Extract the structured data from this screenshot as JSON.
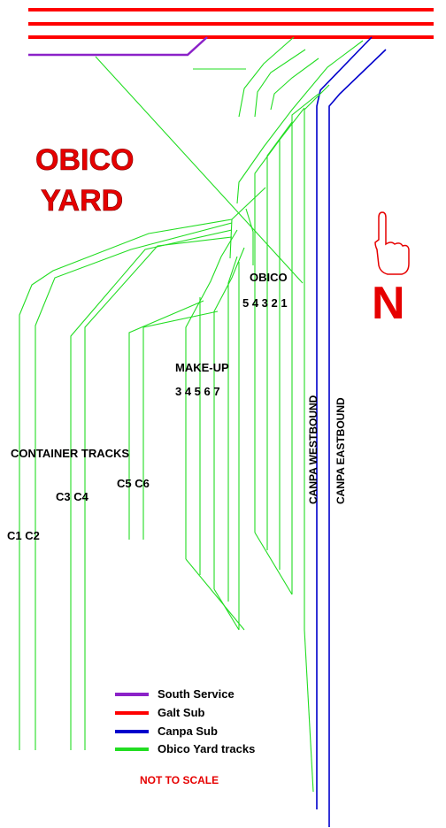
{
  "title": {
    "line1": "OBICO",
    "line2": "YARD"
  },
  "colors": {
    "south_service": "#8b22c8",
    "galt_sub": "#ff0000",
    "canpa_sub": "#0000cc",
    "yard_tracks": "#22dd22",
    "title": "#e60000",
    "note": "#e60000"
  },
  "labels": {
    "obico": "OBICO",
    "obico_tracks": "5 4 3 2 1",
    "makeup": "MAKE-UP",
    "makeup_tracks": "3 4 5 6 7",
    "container_tracks": "CONTAINER TRACKS",
    "c5c6": "C5 C6",
    "c3c4": "C3 C4",
    "c1c2": "C1 C2",
    "canpa_westbound": "CANPA WESTBOUND",
    "canpa_eastbound": "CANPA EASTBOUND"
  },
  "north": {
    "letter": "N",
    "icon": "pointing-hand-icon"
  },
  "legend": {
    "items": [
      {
        "label": "South Service",
        "color": "#8b22c8"
      },
      {
        "label": "Galt Sub",
        "color": "#ff0000"
      },
      {
        "label": "Canpa Sub",
        "color": "#0000cc"
      },
      {
        "label": "Obico Yard tracks",
        "color": "#22dd22"
      }
    ],
    "note": "NOT TO SCALE"
  }
}
